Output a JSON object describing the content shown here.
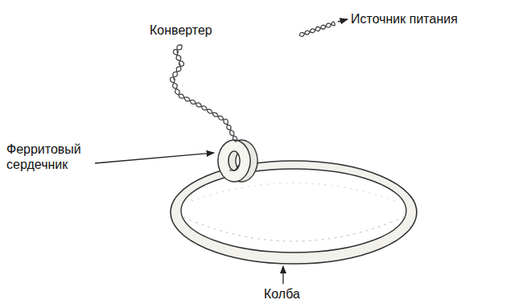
{
  "diagram": {
    "labels": [
      "Конвертер",
      "Источник питания",
      "Ферритовый сердечник",
      "Колба"
    ]
  }
}
